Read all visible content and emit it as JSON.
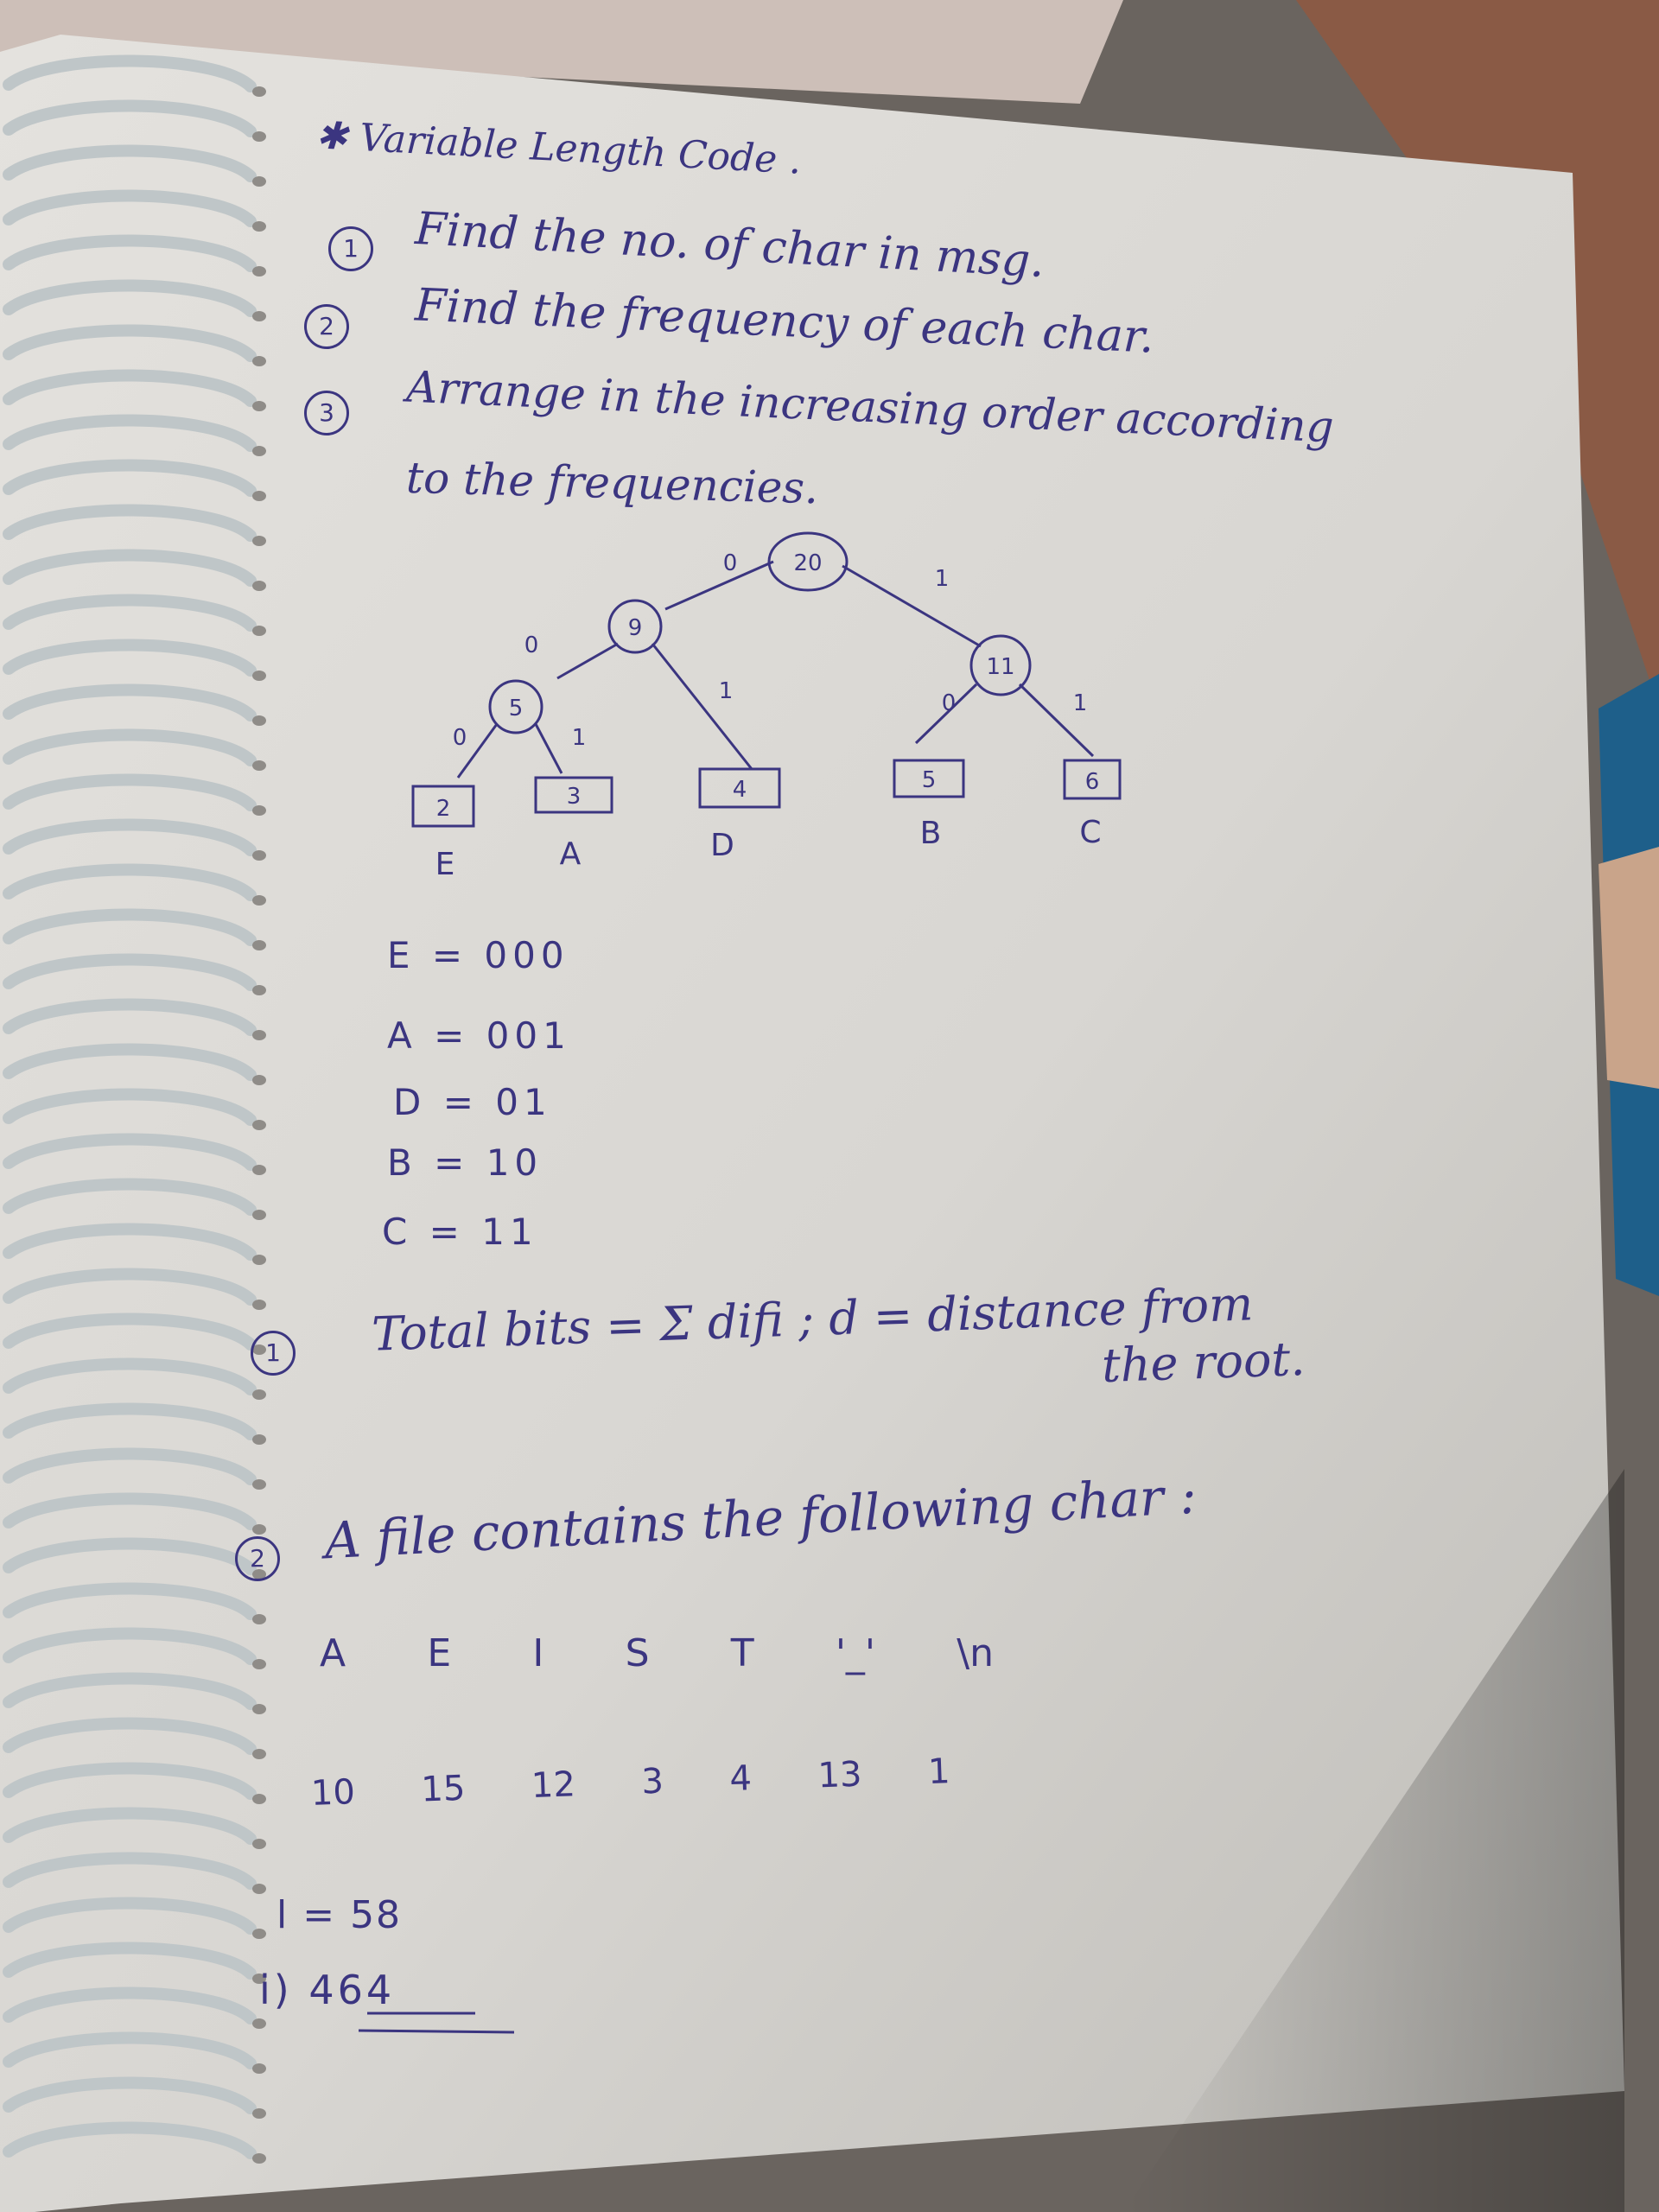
{
  "notes": {
    "title": "Variable Length Code .",
    "steps": [
      {
        "num": "1",
        "text": "Find the no. of char in msg."
      },
      {
        "num": "2",
        "text": "Find the frequency of each char."
      },
      {
        "num": "3",
        "text": "Arrange in the increasing order according"
      },
      {
        "num": "",
        "text": "to the frequencies."
      }
    ],
    "tree": {
      "internal_nodes": [
        "20",
        "9",
        "11",
        "5"
      ],
      "leaves": [
        {
          "freq": "2",
          "char": "E"
        },
        {
          "freq": "3",
          "char": "A"
        },
        {
          "freq": "4",
          "char": "D"
        },
        {
          "freq": "5",
          "char": "B"
        },
        {
          "freq": "6",
          "char": "C"
        }
      ],
      "edge_labels": [
        "0",
        "1",
        "0",
        "1",
        "0",
        "1",
        "0",
        "1"
      ]
    },
    "codes": [
      "E = 000",
      "A = 001",
      "D = 01",
      "B = 10",
      "C = 11"
    ],
    "formula": {
      "num": "1",
      "lhs": "Total bits = Σ difi ; d = distance from",
      "rhs": "the root."
    },
    "question": {
      "num": "2",
      "text": "A file contains the following char :",
      "chars": [
        "A",
        "E",
        "I",
        "S",
        "T",
        "'_'",
        "\\n"
      ],
      "freqs": [
        "10",
        "15",
        "12",
        "3",
        "4",
        "13",
        "1"
      ],
      "l": "l = 58",
      "ans": "i) 464"
    }
  },
  "colors": {
    "ink": "#3b3580",
    "paper": "#dcdad6",
    "background": "#5b5652"
  }
}
